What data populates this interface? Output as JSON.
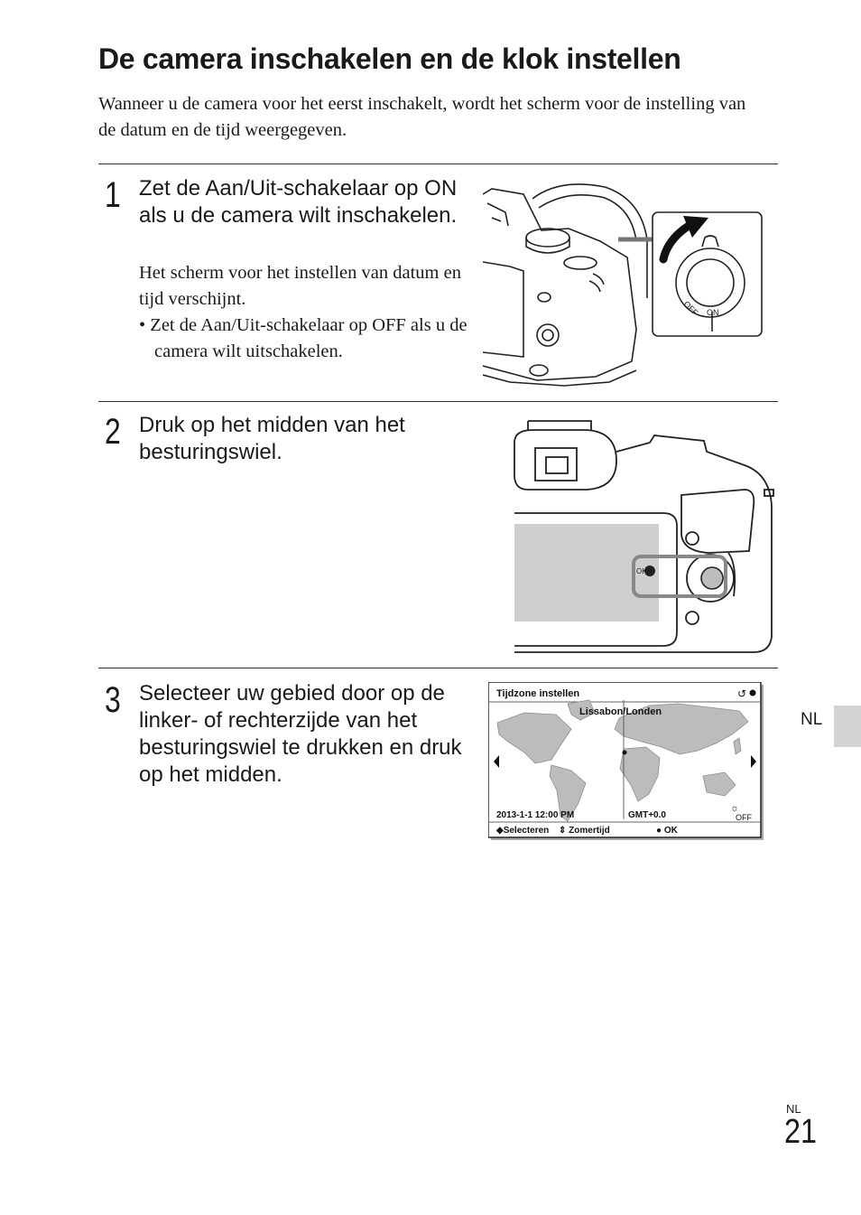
{
  "page": {
    "title": "De camera inschakelen en de klok instellen",
    "intro": "Wanneer u de camera voor het eerst inschakelt, wordt het scherm voor de instelling van de datum en de tijd weergegeven."
  },
  "steps": [
    {
      "number": "1",
      "text": "Zet de Aan/Uit-schakelaar op ON als u de camera wilt inschakelen.",
      "sub": "Het scherm voor het instellen van datum en tijd verschijnt.",
      "bullet": "• Zet de Aan/Uit-schakelaar op OFF als u de camera wilt uitschakelen.",
      "illustration": {
        "switch_off": "OFF",
        "switch_on": "ON"
      }
    },
    {
      "number": "2",
      "text": "Druk op het midden van het besturingswiel.",
      "illustration": {
        "ok_label": "OK"
      }
    },
    {
      "number": "3",
      "text": "Selecteer uw gebied door op de linker- of rechterzijde van het besturingswiel te drukken en druk op het midden.",
      "screen": {
        "title": "Tijdzone instellen",
        "back_icon": "↺",
        "city": "Lissabon/Londen",
        "datetime": "2013-1-1  12:00 PM",
        "gmt": "GMT+0.0",
        "dst_state": "OFF",
        "select_label": "◆Selecteren",
        "dst_label": "⇕ Zomertijd",
        "ok_label": "● OK"
      }
    }
  ],
  "side_tab": {
    "label": "NL"
  },
  "footer": {
    "lang": "NL",
    "page_number": "21"
  }
}
